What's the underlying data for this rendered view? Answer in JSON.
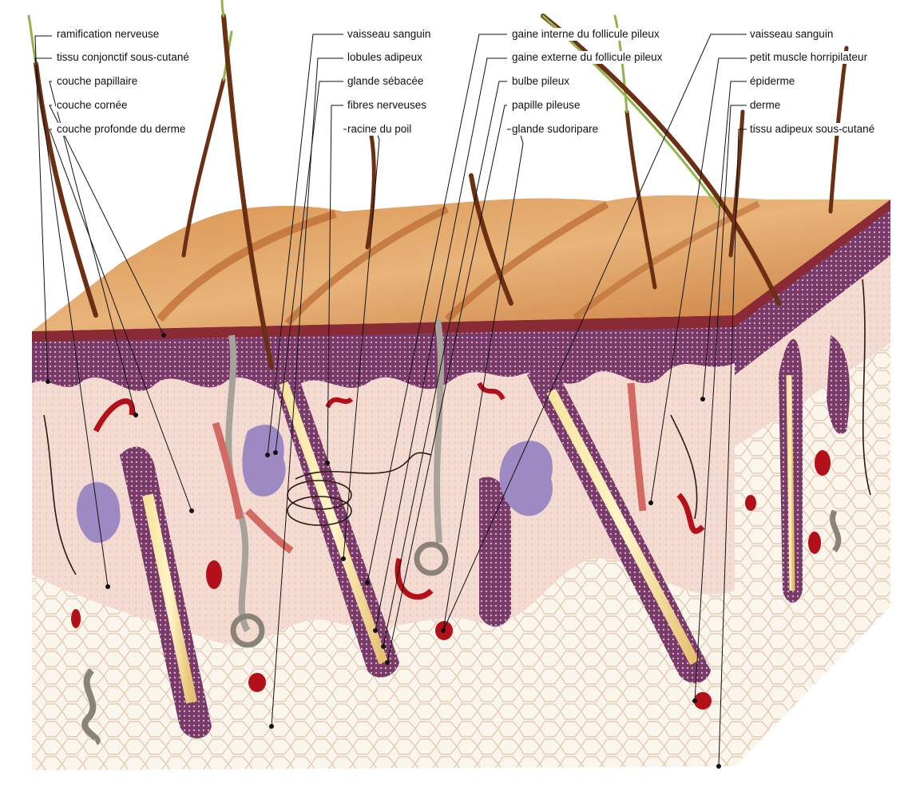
{
  "labels": {
    "left": [
      "ramification nerveuse",
      "tissu conjonctif sous-cutané",
      "couche papillaire",
      "couche cornée",
      "couche profonde du derme"
    ],
    "middle": [
      "vaisseau sanguin",
      "lobules adipeux",
      "glande sébacée",
      "fibres nerveuses",
      "racine du poil"
    ],
    "center": [
      "gaine interne du follicule pileux",
      "gaine externe du follicule pileux",
      "bulbe pileux",
      "papille pileuse",
      "glande sudoripare"
    ],
    "right": [
      "vaisseau sanguin",
      "petit muscle horripilateur",
      "épiderme",
      "derme",
      "tissu adipeux sous-cutané"
    ]
  },
  "colors": {
    "skin_surface": "#d9924f",
    "epidermis": "#7a2f45",
    "dermis": "#f3d9cf",
    "fat": "#fbf6ec",
    "follicle": "#6e4f8f",
    "blood_vessel": "#b3101a",
    "hair": "#6b2f14",
    "leader_line": "#111111"
  }
}
